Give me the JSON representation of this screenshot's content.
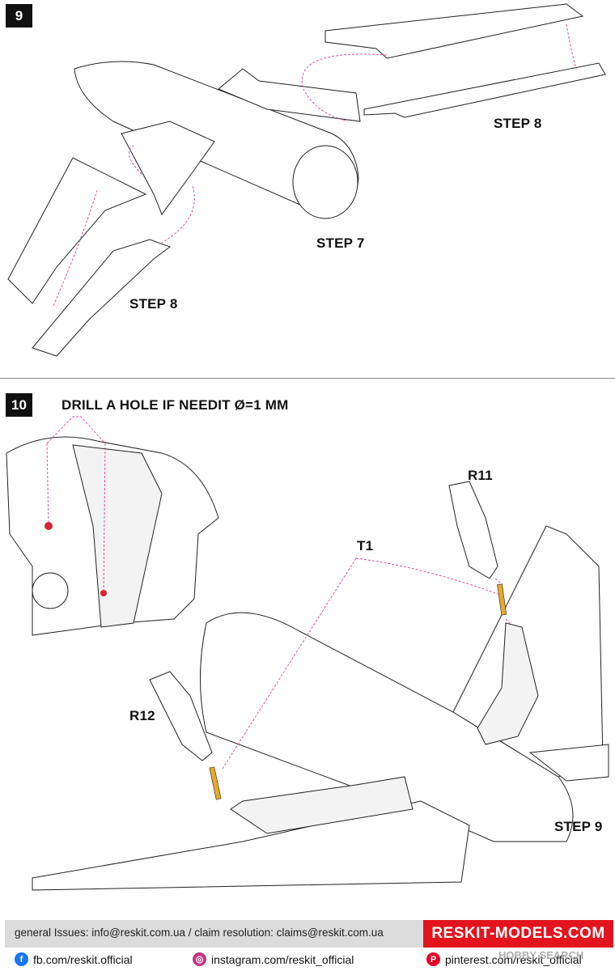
{
  "step9": {
    "number": "9",
    "labels": {
      "step7": "STEP 7",
      "step8_right": "STEP 8",
      "step8_left": "STEP 8"
    }
  },
  "step10": {
    "number": "10",
    "instruction": "DRILL A HOLE IF NEEDIT Ø=1 MM",
    "labels": {
      "r11": "R11",
      "t1": "T1",
      "r12": "R12",
      "step9": "STEP 9"
    }
  },
  "footer": {
    "contact": "general Issues: info@reskit.com.ua / claim resolution: claims@reskit.com.ua",
    "brand": "RESKIT-MODELS.COM",
    "facebook": "fb.com/reskit.official",
    "instagram": "instagram.com/reskit_official",
    "pinterest": "pinterest.com/reskit_official",
    "watermark": "HOBBY SEARCH"
  },
  "colors": {
    "brand_red": "#e3141e",
    "guide_magenta": "#e0409a",
    "part_yellow": "#e9a82a"
  }
}
